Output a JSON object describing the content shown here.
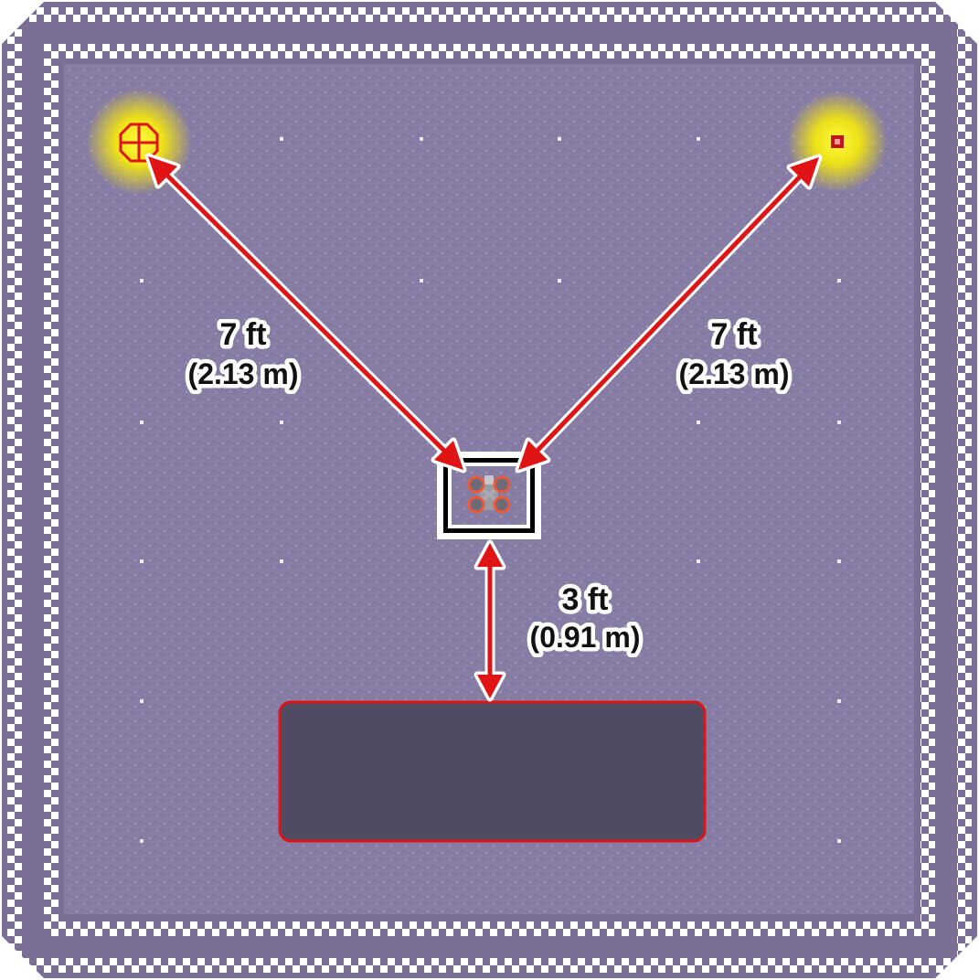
{
  "colors": {
    "frame": "#7b6f96",
    "floor": "#8a7fa6",
    "floor_speck": "#a39abe",
    "arrow_red": "#e01414",
    "arrow_outline": "#ffffff",
    "beacon_glow": "#ffee00",
    "desk_fill": "#4f4b62",
    "desk_border": "#e01414",
    "label_text": "#111111"
  },
  "objects": {
    "left_beacon": "crosshair-target-icon",
    "right_beacon": "small-square-target-icon",
    "drone": "quadcopter-drone-icon",
    "drone_zone": "landing-zone-frame",
    "obstacle": "desk-obstacle"
  },
  "measurements": {
    "left": {
      "feet": "7 ft",
      "meters": "(2.13 m)"
    },
    "right": {
      "feet": "7 ft",
      "meters": "(2.13 m)"
    },
    "bottom": {
      "feet": "3 ft",
      "meters": "(0.91 m)"
    }
  }
}
